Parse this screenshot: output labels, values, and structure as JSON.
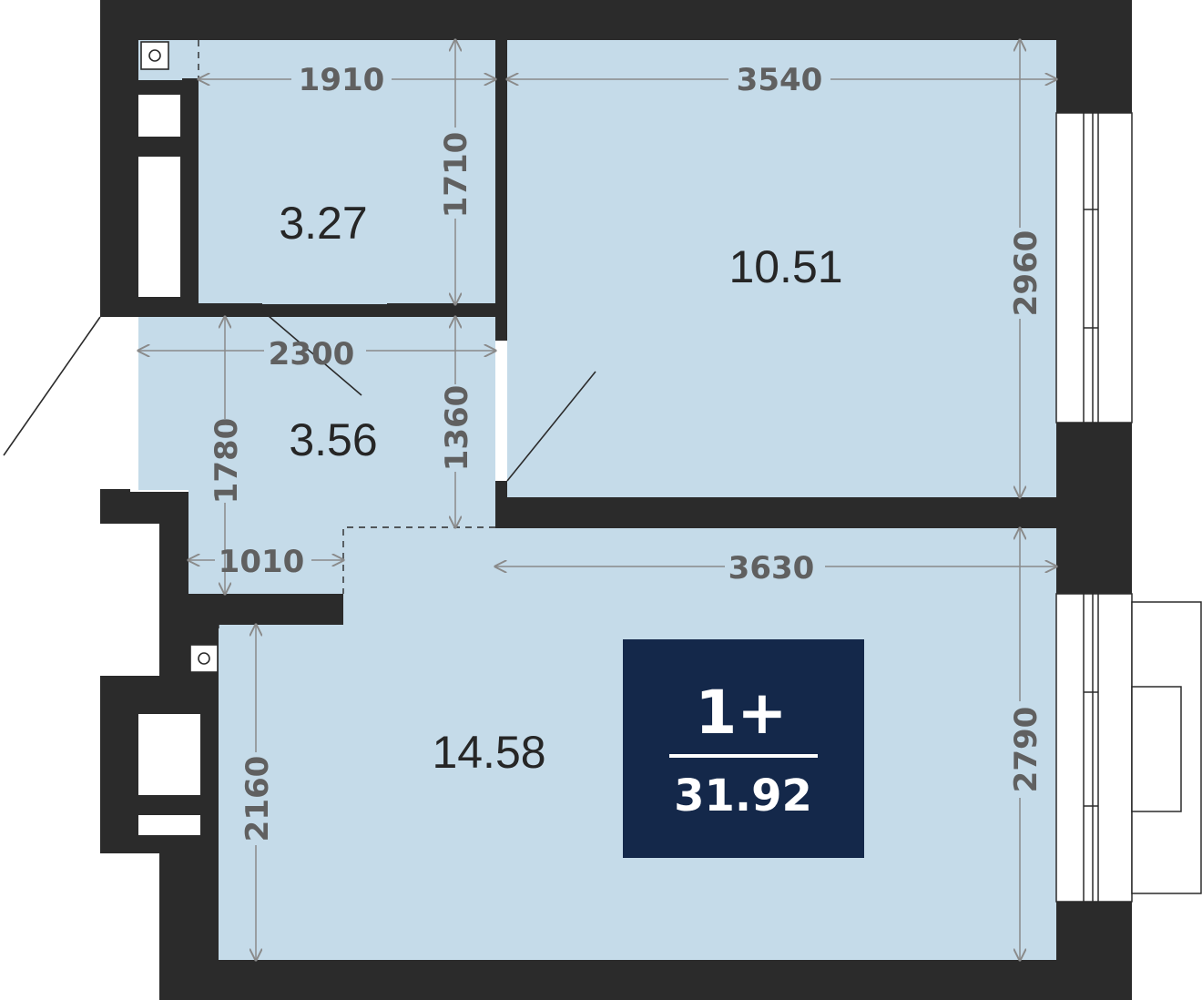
{
  "colors": {
    "wall": "#2b2b2b",
    "floor": "#c5dbe9",
    "dimension_line": "#8a8a8a",
    "badge_bg": "#14284a",
    "badge_text": "#ffffff"
  },
  "rooms": [
    {
      "id": "bathroom",
      "area": "3.27"
    },
    {
      "id": "bedroom",
      "area": "10.51"
    },
    {
      "id": "hallway",
      "area": "3.56"
    },
    {
      "id": "kitchen-living",
      "area": "14.58"
    }
  ],
  "dimensions": {
    "bathroom_width": "1910",
    "bedroom_width": "3540",
    "bathroom_height": "1710",
    "bedroom_height": "2960",
    "hallway_width": "2300",
    "hallway_height": "1780",
    "hallway_door_height": "1360",
    "niche_width": "1010",
    "living_width": "3630",
    "living_height_left": "2160",
    "living_height_right": "2790"
  },
  "badge": {
    "type": "1+",
    "total_area": "31.92"
  },
  "icons": [
    "ventilation-shaft-icon",
    "ventilation-shaft-icon"
  ]
}
